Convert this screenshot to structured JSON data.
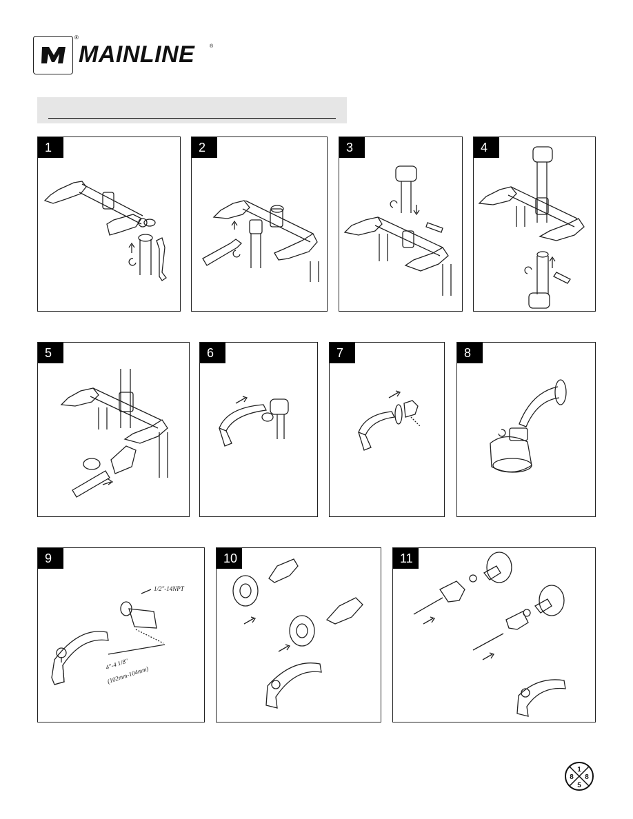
{
  "brand": {
    "name": "MAINLINE",
    "mark": "M",
    "reg": "®"
  },
  "steps": [
    {
      "num": "1"
    },
    {
      "num": "2"
    },
    {
      "num": "3"
    },
    {
      "num": "4"
    },
    {
      "num": "5"
    },
    {
      "num": "6"
    },
    {
      "num": "7"
    },
    {
      "num": "8"
    },
    {
      "num": "9"
    },
    {
      "num": "10"
    },
    {
      "num": "11"
    }
  ],
  "step9": {
    "thread_label": "1/2\"-14NPT",
    "length_label": "4\"-4 1/8\"",
    "metric_label": "(102mm-104mm)"
  },
  "badge": {
    "top": "1",
    "left": "8",
    "right": "8",
    "bottom": "5"
  }
}
